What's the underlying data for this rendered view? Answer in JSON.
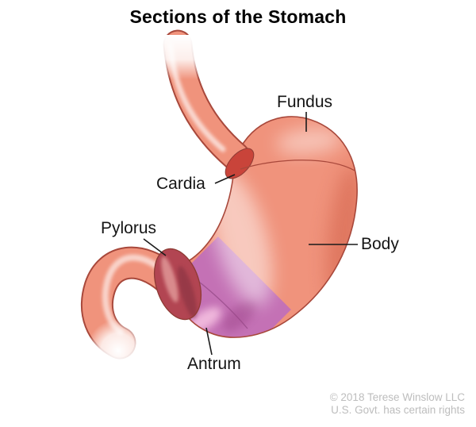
{
  "title": "Sections of the Stomach",
  "labels": {
    "fundus": "Fundus",
    "cardia": "Cardia",
    "pylorus": "Pylorus",
    "body": "Body",
    "antrum": "Antrum"
  },
  "copyright": {
    "line1": "© 2018 Terese Winslow LLC",
    "line2": "U.S. Govt. has certain rights"
  },
  "colors": {
    "organ_fill": "#F0937C",
    "organ_outline": "#A8483B",
    "cardia_band": "#C9443A",
    "pylorus_band": "#B24552",
    "antrum_band": "#C471B5",
    "antrum_highlight": "#F4BFE0",
    "pointer_line": "#1A1A1A",
    "label_text": "#151515",
    "copyright_text": "#BDBDBD"
  }
}
